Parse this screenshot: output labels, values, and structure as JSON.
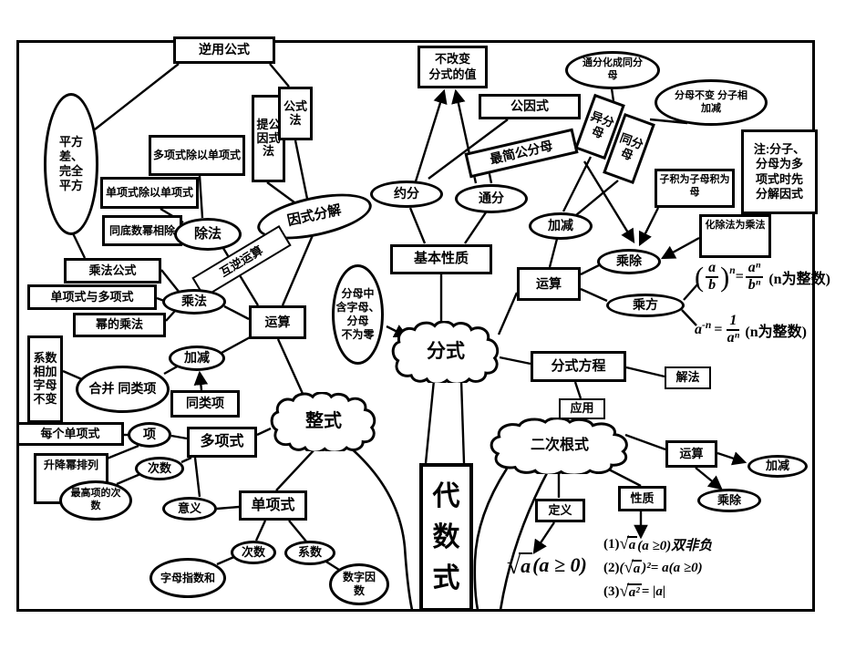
{
  "nodes": {
    "apply-formula-reversely": {
      "label": "逆用公式"
    },
    "square-difference-perfect-square": {
      "label": "平方\n差、\n完全\n平方"
    },
    "common-factor-extraction-method": {
      "label": "提公\n因式\n法"
    },
    "formula-method": {
      "label": "公式\n法"
    },
    "polynomial-div-monomial": {
      "label": "多项式除以单项式"
    },
    "monomial-div-monomial": {
      "label": "单项式除以单项式"
    },
    "same-base-power-division": {
      "label": "同底数幂相除"
    },
    "division": {
      "label": "除法"
    },
    "factorization": {
      "label": "因式分解"
    },
    "inverse-operations": {
      "label": "互逆运算"
    },
    "multiplication-formulas": {
      "label": "乘法公式"
    },
    "monomial-and-polynomial": {
      "label": "单项式与多项式"
    },
    "power-multiplication": {
      "label": "幂的乘法"
    },
    "multiplication": {
      "label": "乘法"
    },
    "operations-integral": {
      "label": "运算"
    },
    "add-subtract-integral": {
      "label": "加减"
    },
    "coefficients-add-letters-unchanged": {
      "label": "系数\n相加\n字母\n不变"
    },
    "combine-like-terms": {
      "label": "合并 同类项"
    },
    "like-terms": {
      "label": "同类项"
    },
    "each-monomial": {
      "label": "每个单项式"
    },
    "term": {
      "label": "项"
    },
    "polynomial": {
      "label": "多项式"
    },
    "ascending-descending-order": {
      "label": "升降幂排列"
    },
    "degree-polynomial": {
      "label": "次数"
    },
    "highest-term-degree": {
      "label": "最高项的次\n数"
    },
    "integral-expression": {
      "label": "整式"
    },
    "meaning": {
      "label": "意义"
    },
    "monomial": {
      "label": "单项式"
    },
    "degree-monomial": {
      "label": "次数"
    },
    "coefficient": {
      "label": "系数"
    },
    "sum-of-letter-exponents": {
      "label": "字母指数和"
    },
    "numeric-factor": {
      "label": "数字因\n数"
    },
    "algebraic-expression": {
      "label": "代\n数\n式"
    },
    "value-unchanged": {
      "label": "不改变\n分式的值"
    },
    "common-factor": {
      "label": "公因式"
    },
    "simplest-common-denominator": {
      "label": "最简公分母"
    },
    "reduction": {
      "label": "约分"
    },
    "common-denominator-conversion": {
      "label": "通分"
    },
    "basic-property": {
      "label": "基本性质"
    },
    "denominator-contains-letters": {
      "label": "分母中\n含字母、\n分母\n不为零"
    },
    "fraction-expression": {
      "label": "分式"
    },
    "convert-to-same-denominator": {
      "label": "通分化成同分\n母"
    },
    "denominator-unchanged-numerators-add": {
      "label": "分母不变  分子相\n加减"
    },
    "different-denominators": {
      "label": "异分\n母"
    },
    "same-denominators": {
      "label": "同分\n母"
    },
    "note-factor-first": {
      "label": "注:分子、\n分母为多\n项式时先\n分解因式"
    },
    "numerator-product-denominator-product": {
      "label": "子积为子母积为母"
    },
    "division-to-multiplication": {
      "label": "化除法为乘法"
    },
    "add-subtract-fraction": {
      "label": "加减"
    },
    "multiply-divide-fraction": {
      "label": "乘除"
    },
    "operations-fraction": {
      "label": "运算"
    },
    "power": {
      "label": "乘方"
    },
    "fractional-equation": {
      "label": "分式方程"
    },
    "solving-method": {
      "label": "解法"
    },
    "application": {
      "label": "应用"
    },
    "quadratic-radical": {
      "label": "二次根式"
    },
    "definition": {
      "label": "定义"
    },
    "property": {
      "label": "性质"
    },
    "operations-radical": {
      "label": "运算"
    },
    "add-subtract-radical": {
      "label": "加减"
    },
    "multiply-divide-radical": {
      "label": "乘除"
    }
  },
  "formulas": {
    "pow_quotient": {
      "lhs_num": "a",
      "lhs_den": "b",
      "exp": "n",
      "eq": "=",
      "rhs_num": "aⁿ",
      "rhs_den": "bⁿ",
      "note": "(n为整数)"
    },
    "neg_exp": {
      "base": "a",
      "exp": "-n",
      "eq": "=",
      "num": "1",
      "den": "aⁿ",
      "note": "(n为整数)"
    },
    "sqrt_def": {
      "sign": "√",
      "radicand": "a",
      "cond": "(a ≥ 0)"
    },
    "props": [
      {
        "idx": "(1)",
        "sign": "√",
        "rad": "a",
        "rest": "(a ≥0)双非负"
      },
      {
        "idx": "(2)",
        "pre": "(",
        "sign": "√",
        "rad": "a",
        "post": ")²",
        "rest": " = a(a ≥0)"
      },
      {
        "idx": "(3)",
        "sign": "√",
        "rad": "a²",
        "rest": " = |a|"
      }
    ]
  }
}
